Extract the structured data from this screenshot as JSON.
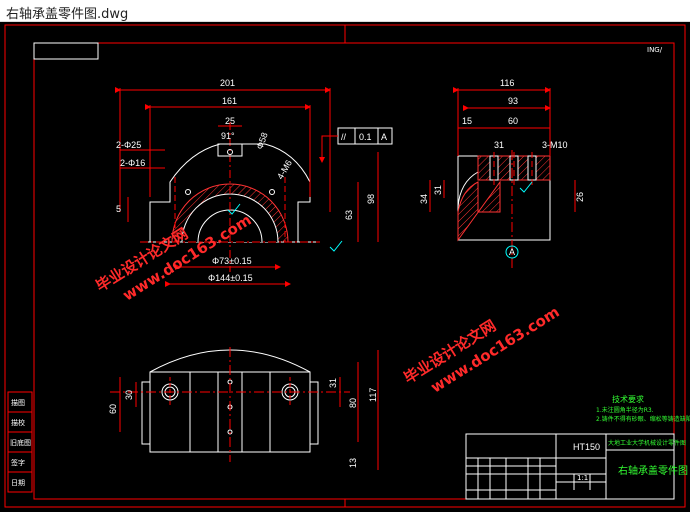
{
  "window": {
    "title": "右轴承盖零件图.dwg"
  },
  "colors": {
    "background": "#000000",
    "frame": "#ff0000",
    "lines": "#ffffff",
    "dimensions": "#ff0000",
    "hatch": "#ff3333",
    "notes": "#33ff33",
    "centerline": "#ff0000"
  },
  "front_view": {
    "dims": {
      "overall_width": "201",
      "inner_width": "161",
      "top_width": "25",
      "angle": "91°",
      "hole_a": "2-Φ25",
      "hole_b": "2-Φ16",
      "left_gap": "5",
      "radius": "Φ58",
      "thread": "4-M6",
      "height_inner": "63",
      "height_outer": "98",
      "bore_small": "Φ73±0.15",
      "bore_large": "Φ144±0.15"
    },
    "tolerance": {
      "symbol": "//",
      "value": "0.1",
      "datum": "A"
    }
  },
  "side_view": {
    "dims": {
      "overall": "116",
      "mid": "93",
      "left": "15",
      "right": "60",
      "slot": "31",
      "thread": "3-M10",
      "height_a": "34",
      "height_b": "31",
      "height_c": "26"
    },
    "datum_label": "A"
  },
  "top_view": {
    "dims": {
      "left_outer": "60",
      "left_inner": "30",
      "right_inner": "31",
      "right_mid": "80",
      "right_outer": "117",
      "bottom": "13"
    }
  },
  "notes": {
    "heading": "技术要求",
    "line1": "1.未注圆角半径为R3.",
    "line2": "2.铸件不得有砂眼、缩松等铸造缺陷."
  },
  "title_block": {
    "material": "HT150",
    "school": "大地工业大学机械设计零件图",
    "drawing_name": "右轴承盖零件图",
    "scale": "1:1"
  },
  "corner_mark": "ING/",
  "watermarks": {
    "cn": "毕业设计论文网",
    "url": "www.doc163.com"
  },
  "left_strip": [
    "描图",
    "描校",
    "旧底图",
    "签字",
    "日期"
  ]
}
